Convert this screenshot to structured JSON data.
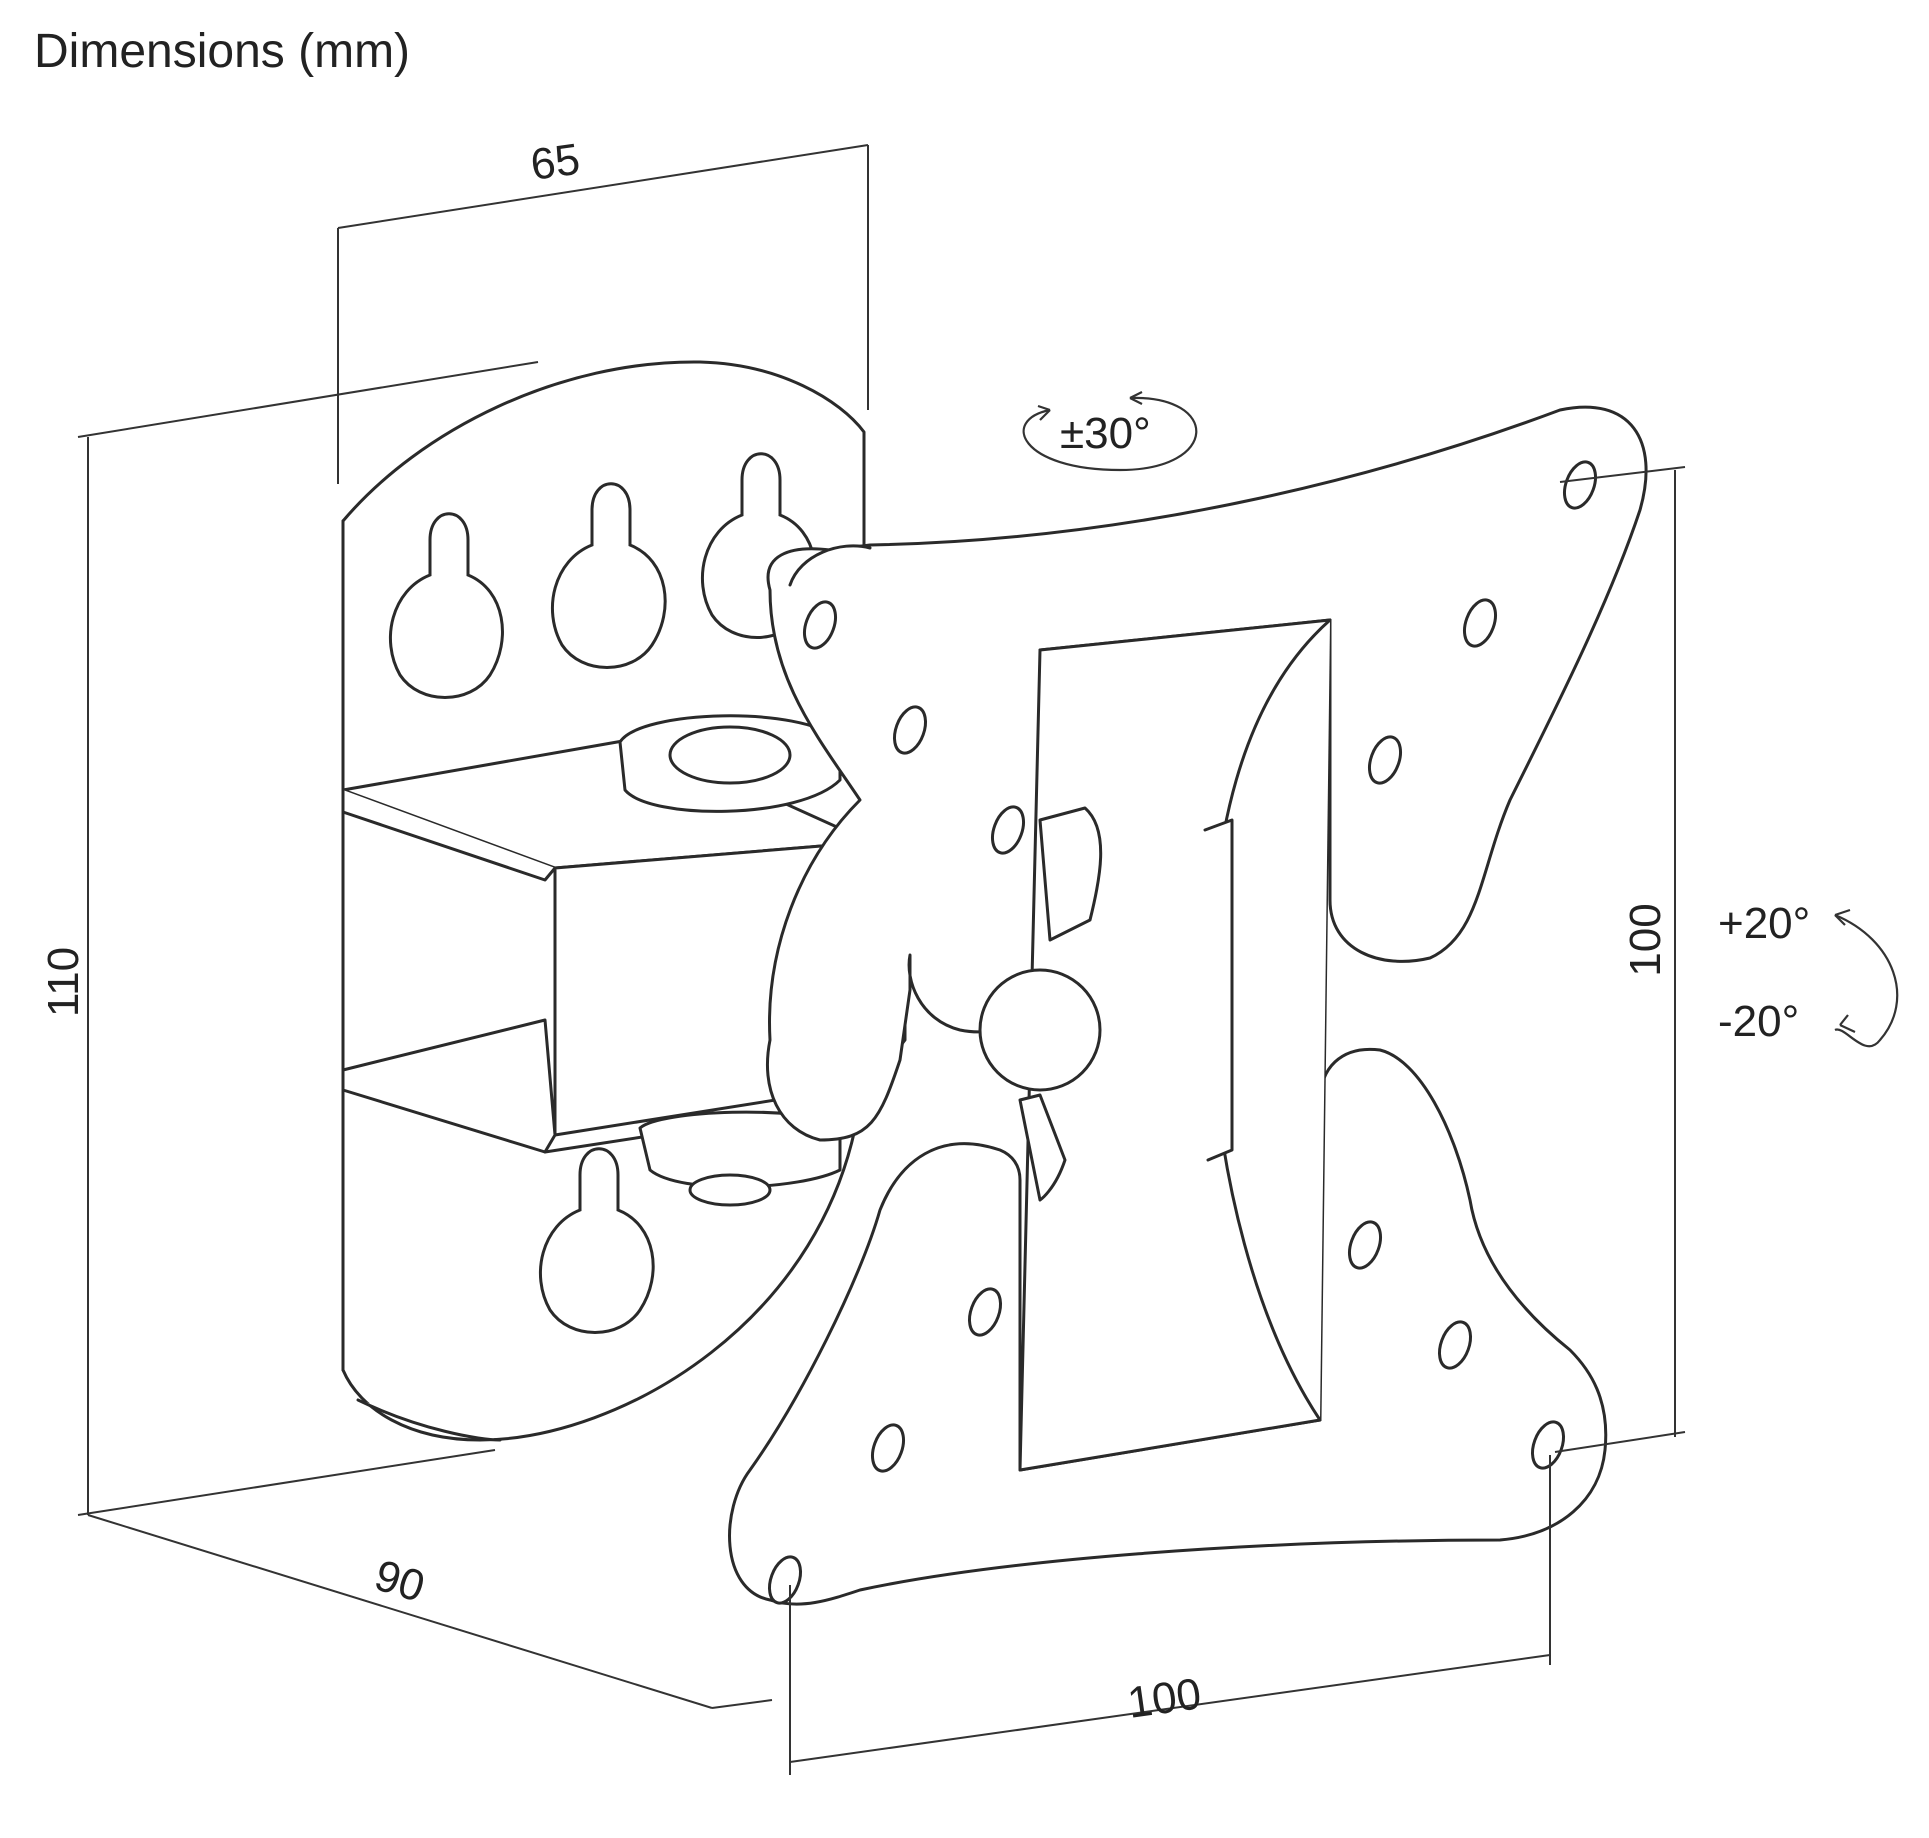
{
  "title": "Dimensions (mm)",
  "dimensions": {
    "top_depth": "65",
    "height": "110",
    "bottom_depth": "90",
    "vesa_horizontal": "100",
    "vesa_vertical": "100"
  },
  "rotation": {
    "swivel": "±30°",
    "tilt_up": "+20°",
    "tilt_down": "-20°"
  },
  "colors": {
    "line": "#2a2a2a",
    "background": "#ffffff"
  }
}
